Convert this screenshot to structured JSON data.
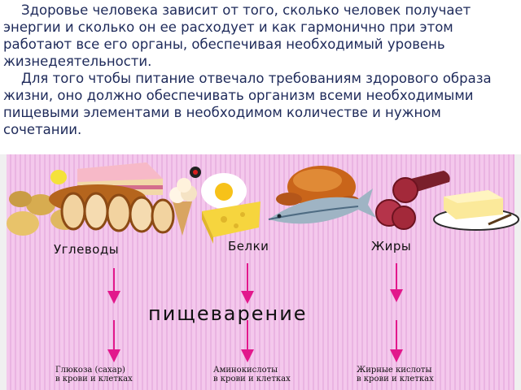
{
  "intro": {
    "paragraph1": "Здоровье человека зависит от того, сколько человек получает энергии и сколько он ее расходует и как гармонично при этом работают все его органы, обеспечивая необходимый уровень жизнедеятельности.",
    "paragraph2": "Для того чтобы питание отвечало требованиям здорового образа жизни, оно должно обеспечивать организм всеми необходимыми пищевыми элементами в необходимом количестве и нужном сочетании."
  },
  "diagram": {
    "categories": [
      "Углеводы",
      "Белки",
      "Жиры"
    ],
    "process": "пищеварение",
    "results": [
      {
        "line1": "Глюкоза (сахар)",
        "line2": "в крови и клетках"
      },
      {
        "line1": "Аминокислоты",
        "line2": "в крови и клетках"
      },
      {
        "line1": "Жирные кислоты",
        "line2": "в крови и клетках"
      }
    ]
  },
  "colors": {
    "panel_background": "#f4c8ec",
    "panel_stripe": "#eab4e2",
    "arrow": "#e2188c",
    "intro_text": "#1e2a5a"
  },
  "icons": [
    "bread-icon",
    "cake-icon",
    "potato-icon",
    "ice-cream-icon",
    "fried-egg-icon",
    "cheese-icon",
    "roast-chicken-icon",
    "fish-icon",
    "salami-icon",
    "butter-icon"
  ]
}
